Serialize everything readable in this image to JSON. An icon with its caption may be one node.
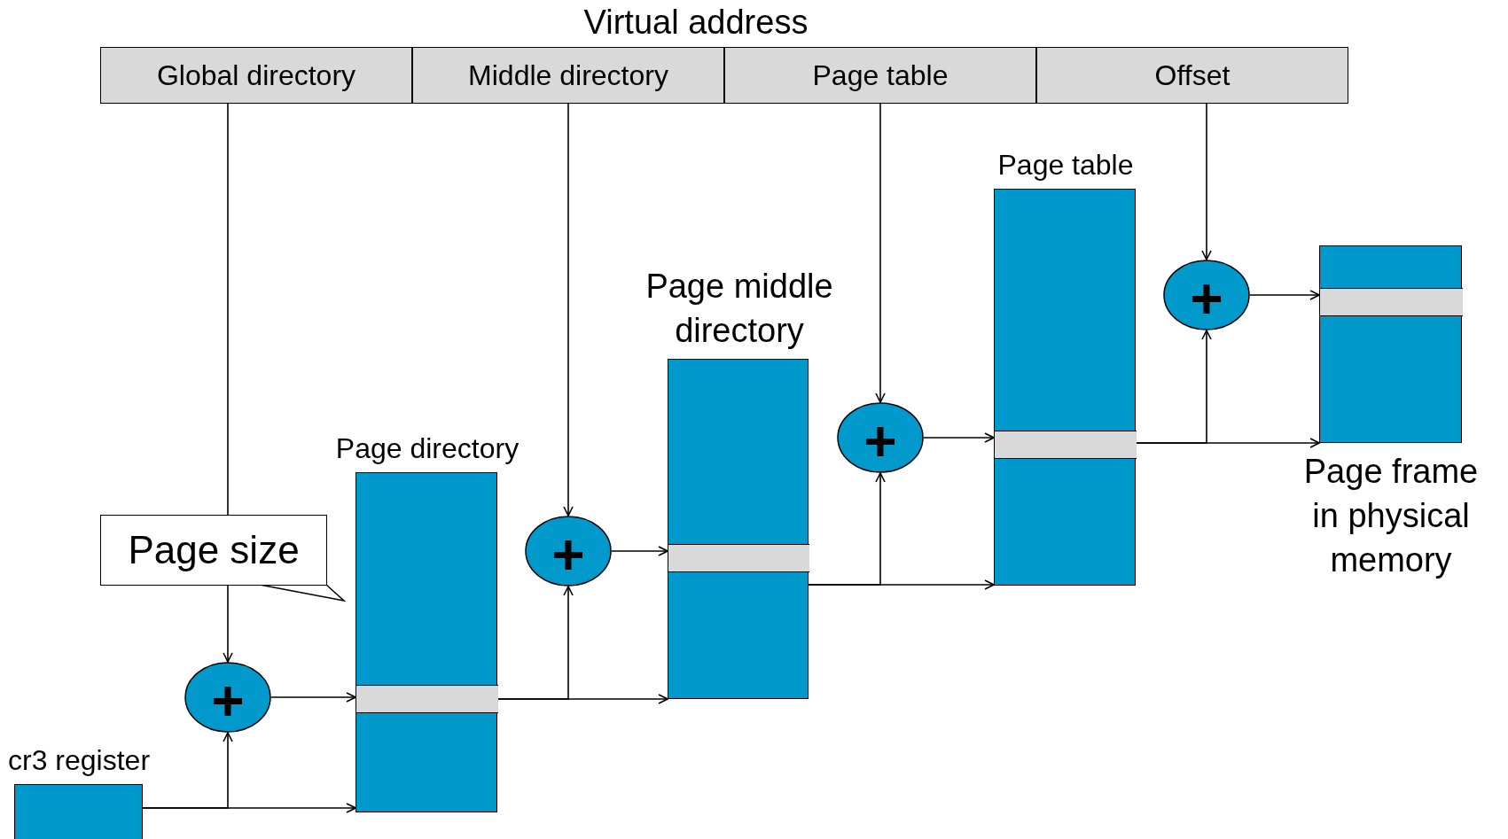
{
  "diagram": {
    "title": "Virtual address",
    "nodes": [
      {
        "text": [
          "Global directory"
        ]
      },
      {
        "text": [
          "Middle directory"
        ]
      },
      {
        "text": [
          "Page table"
        ]
      },
      {
        "text": [
          "Offset"
        ]
      },
      {
        "text": [
          "Page size"
        ]
      },
      {
        "text": [
          "+"
        ]
      },
      {
        "text": [
          "cr3 register"
        ]
      },
      {
        "text": [
          "Page directory"
        ]
      },
      {
        "text": [
          "+"
        ]
      },
      {
        "text": [
          "Page middle directory"
        ]
      },
      {
        "text": [
          "+"
        ]
      },
      {
        "text": [
          "Page table"
        ]
      },
      {
        "text": [
          "+"
        ]
      },
      {
        "text": [
          "Page frame in physical memory"
        ]
      },
      {
        "text": [],
        "shape": "bar",
        "in": 7
      },
      {
        "text": [],
        "shape": "bar",
        "in": 9
      },
      {
        "text": [],
        "shape": "bar",
        "in": 11
      },
      {
        "text": [],
        "shape": "bar",
        "in": 13
      }
    ],
    "edges": [
      {
        "from": 0,
        "to": 4,
        "arrow": "none"
      },
      {
        "from": 4,
        "to": 5,
        "arrow": "to"
      },
      {
        "from": 6,
        "to": 5,
        "arrow": "to"
      },
      {
        "from": 6,
        "to": 7,
        "arrow": "to"
      },
      {
        "from": 5,
        "to": 14,
        "arrow": "to"
      },
      {
        "from": 1,
        "to": 8,
        "arrow": "to"
      },
      {
        "from": 14,
        "to": 8,
        "arrow": "to"
      },
      {
        "from": 14,
        "to": 9,
        "arrow": "to"
      },
      {
        "from": 8,
        "to": 15,
        "arrow": "to"
      },
      {
        "from": 2,
        "to": 10,
        "arrow": "to"
      },
      {
        "from": 9,
        "to": 10,
        "arrow": "to"
      },
      {
        "from": 9,
        "to": 11,
        "arrow": "to"
      },
      {
        "from": 10,
        "to": 16,
        "arrow": "to"
      },
      {
        "from": 3,
        "to": 12,
        "arrow": "to"
      },
      {
        "from": 16,
        "to": 12,
        "arrow": "to"
      },
      {
        "from": 16,
        "to": 13,
        "arrow": "to"
      },
      {
        "from": 12,
        "to": 17,
        "arrow": "to"
      }
    ]
  }
}
